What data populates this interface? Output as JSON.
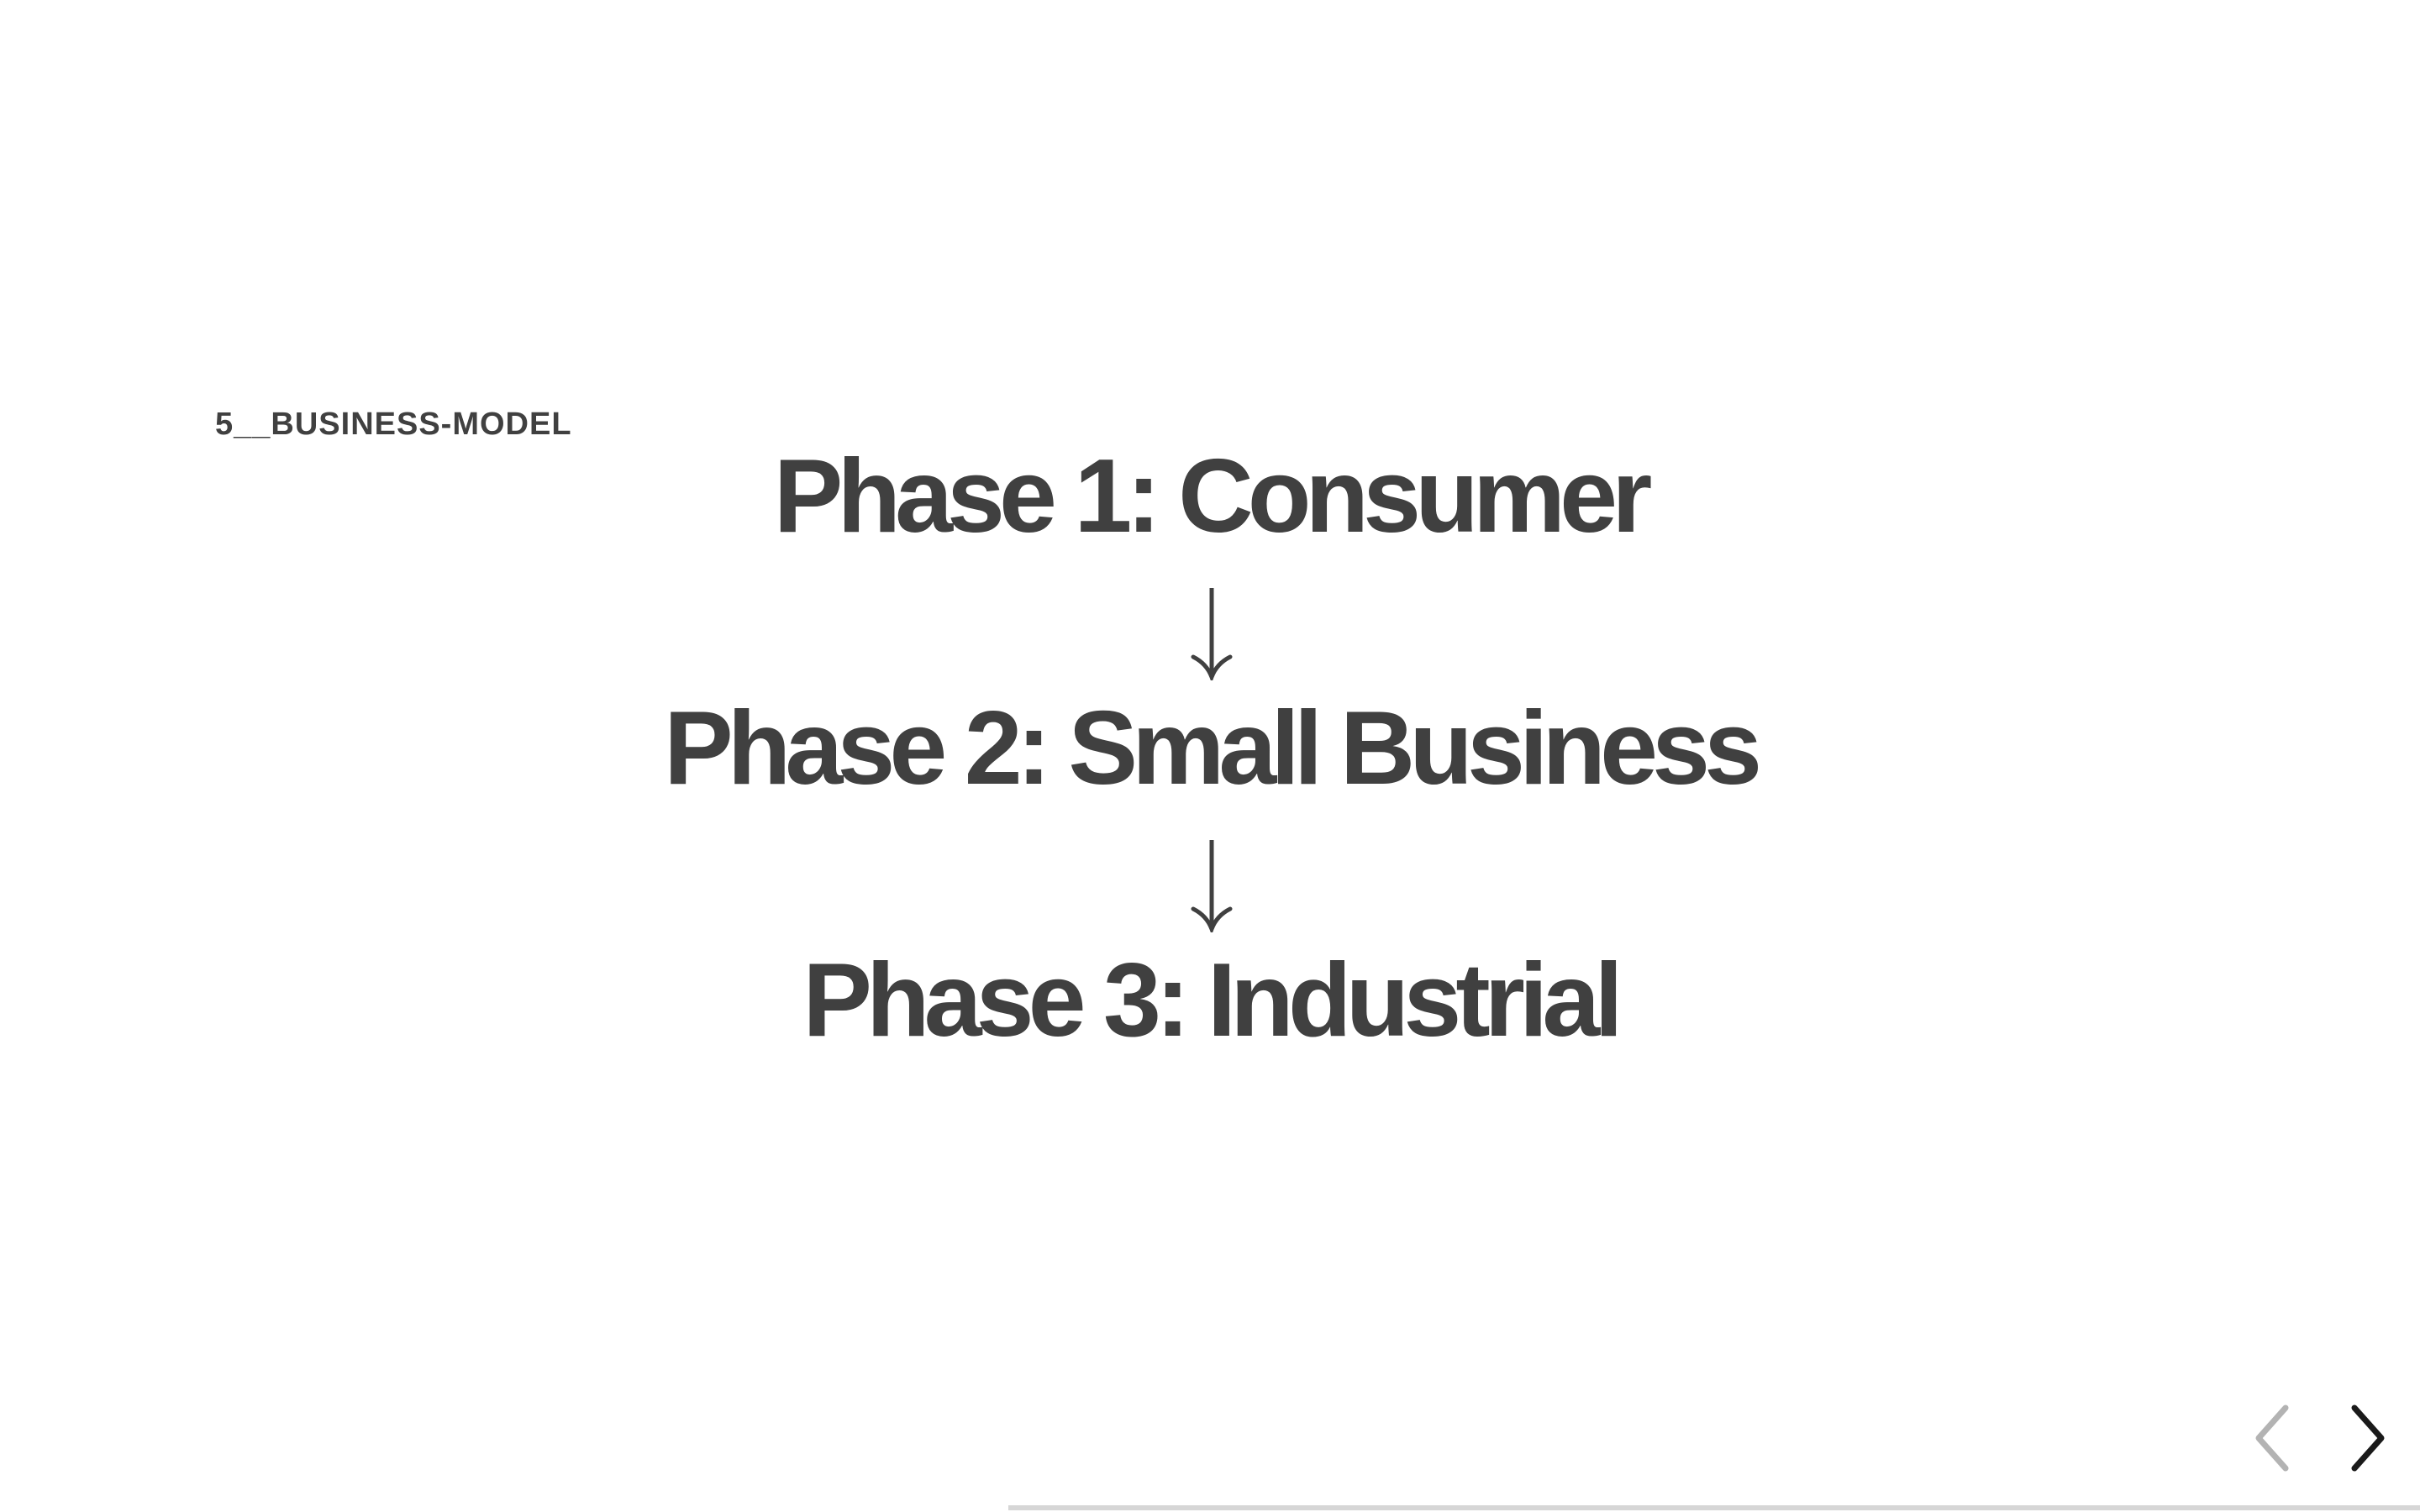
{
  "slide": {
    "section_label": "5__BUSINESS-MODEL",
    "phases": [
      {
        "label": "Phase 1: Consumer"
      },
      {
        "label": "Phase 2: Small Business"
      },
      {
        "label": "Phase 3: Industrial"
      }
    ],
    "connector_icon": "down-arrow-icon"
  },
  "navigation": {
    "prev_icon": "chevron-left-icon",
    "next_icon": "chevron-right-icon",
    "prev_enabled": false,
    "next_enabled": true
  },
  "colors": {
    "text": "#404040",
    "nav_disabled": "#b3b3b3",
    "nav_enabled": "#1a1a1a",
    "progress_track": "#d6d6d6"
  }
}
